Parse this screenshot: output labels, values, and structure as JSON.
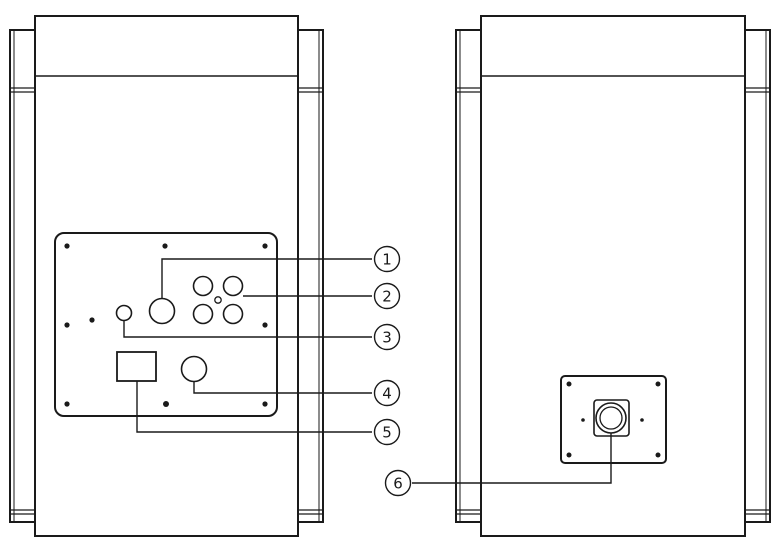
{
  "callouts": [
    {
      "id": "callout-1",
      "number": "1"
    },
    {
      "id": "callout-2",
      "number": "2"
    },
    {
      "id": "callout-3",
      "number": "3"
    },
    {
      "id": "callout-4",
      "number": "4"
    },
    {
      "id": "callout-5",
      "number": "5"
    },
    {
      "id": "callout-6",
      "number": "6"
    }
  ],
  "colors": {
    "line": "#1a1a1a",
    "background": "#ffffff"
  },
  "icons": {
    "speaker_left": "speaker-rear-panel-icon",
    "speaker_right": "speaker-rear-mount-icon"
  }
}
